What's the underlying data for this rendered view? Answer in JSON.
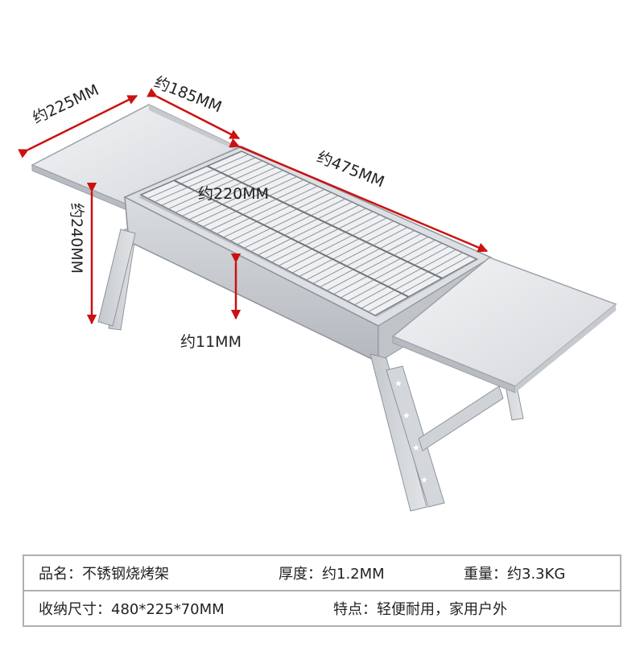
{
  "dimensions": {
    "side_shelf_length": "约225MM",
    "shelf_width": "约185MM",
    "total_length": "约475MM",
    "grill_width": "约220MM",
    "height": "约240MM",
    "box_depth": "约11MM"
  },
  "specs": {
    "name": "品名：不锈钢烧烤架",
    "thickness": "厚度：约1.2MM",
    "weight": "重量：约3.3KG",
    "storage_size": "收纳尺寸：480*225*70MM",
    "features": "特点：轻便耐用，家用户外"
  },
  "colors": {
    "arrow": "#cc1111",
    "steel_light": "#e6e8ea",
    "steel_mid": "#c9ccd0",
    "steel_dark": "#9ea2a8",
    "table_border": "#b0b0b0"
  }
}
